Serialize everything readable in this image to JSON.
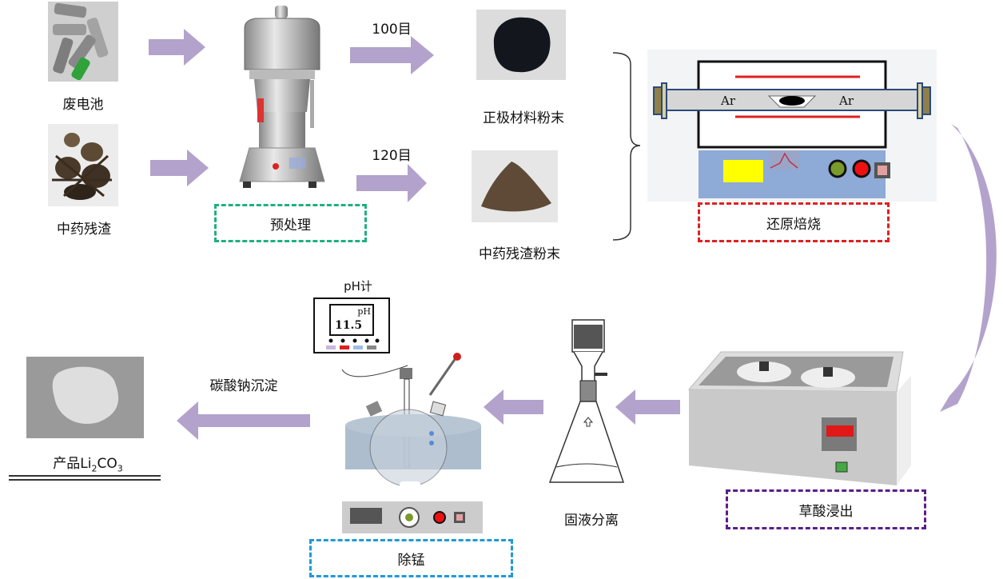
{
  "title": "废旧锂电池与中药残渣协同回收Li2CO3工艺流程",
  "inputs": {
    "battery": {
      "label": "废电池"
    },
    "herb": {
      "label": "中药残渣"
    }
  },
  "steps": {
    "pretreat": {
      "label": "预处理",
      "color": "#1fb080"
    },
    "roast": {
      "label": "还原焙烧",
      "color": "#e02020",
      "gas_left": "Ar",
      "gas_right": "Ar"
    },
    "leach": {
      "label": "草酸浸出",
      "color": "#5a1e8a"
    },
    "separate": {
      "label": "固液分离"
    },
    "mn_removal": {
      "label": "除锰",
      "color": "#1e9ad6"
    },
    "precip": {
      "label": "碳酸钠沉淀"
    }
  },
  "sieves": {
    "cathode": "100目",
    "herb": "120目"
  },
  "powders": {
    "cathode": {
      "label": "正极材料粉末"
    },
    "herb": {
      "label": "中药残渣粉末"
    }
  },
  "ph_meter": {
    "title": "pH计",
    "value": "11.5",
    "unit": "pH"
  },
  "product": {
    "prefix": "产品Li",
    "sub1": "2",
    "mid": "CO",
    "sub2": "3"
  },
  "arrow_color": "#b3a2cc"
}
